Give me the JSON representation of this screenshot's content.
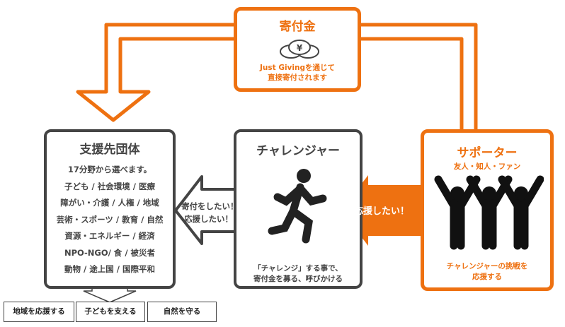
{
  "colors": {
    "accent": "#ee7111",
    "dark": "#444444"
  },
  "donation": {
    "title": "寄付金",
    "line1": "Just Givingを通じて",
    "line2": "直接寄付されます",
    "icon": "yen-coins-icon"
  },
  "org": {
    "title": "支援先団体",
    "subtitle": "17分野から選べます。",
    "fields": [
      "子ども / 社会環境 / 医療",
      "障がい・介護 / 人権 / 地域",
      "芸術・スポーツ / 教育 / 自然",
      "資源・エネルギー / 経済",
      "NPO-NGO/ 食 / 被災者",
      "動物 / 途上国 / 国際平和"
    ]
  },
  "challenger": {
    "title": "チャレンジャー",
    "desc1": "「チャレンジ」する事で、",
    "desc2": "寄付金を募る、呼びかける",
    "icon": "running-person-icon"
  },
  "supporter": {
    "title": "サポーター",
    "subtitle": "友人・知人・ファン",
    "desc1": "チャレンジャーの挑戦を",
    "desc2": "応援する",
    "icon": "cheering-people-icon"
  },
  "arrow_left": {
    "line1": "寄付をしたい！",
    "line2": "応援したい！"
  },
  "arrow_orange": {
    "label": "応援したい！"
  },
  "categories": [
    "地域を応援する",
    "子どもを支える",
    "自然を守る"
  ]
}
